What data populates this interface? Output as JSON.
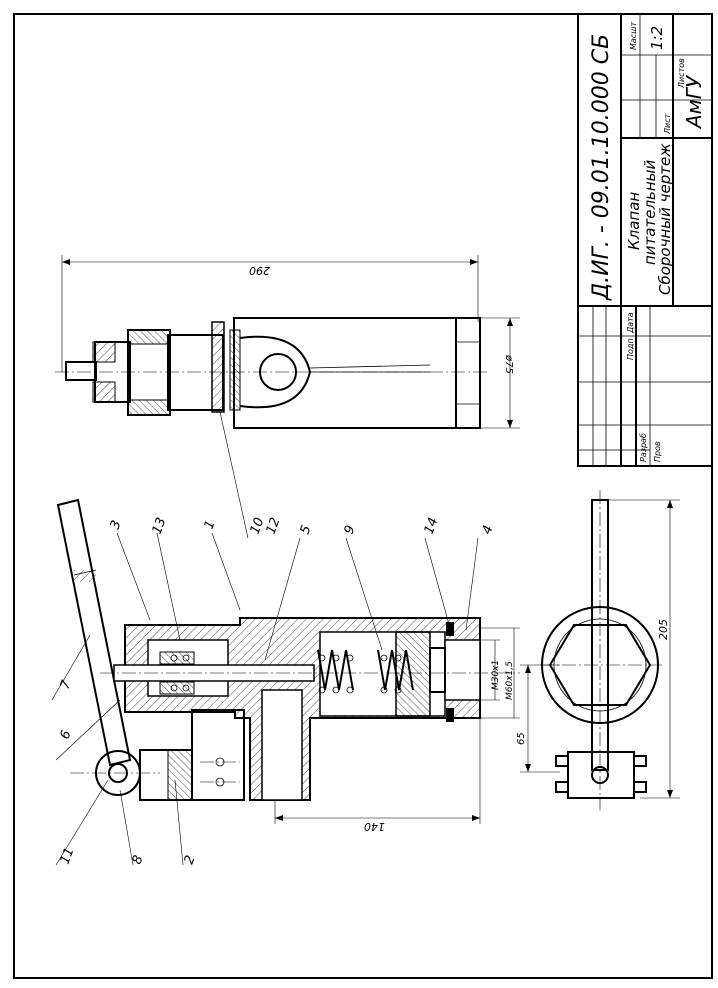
{
  "title_block": {
    "designation": "Д.ИГ. - 09.01.10.000 СБ",
    "name_line1": "Клапан",
    "name_line2": "питательный",
    "name_line3": "Сборочный чертеж",
    "organization": "АмГУ",
    "scale_label": "Масшт",
    "scale_value": "1:2",
    "sheets_label": "Листов",
    "sheet_label": "Лист",
    "sign_label": "Подп",
    "date_label": "Дата",
    "developed_label": "Разраб",
    "checked_label": "Пров"
  },
  "dimensions": {
    "top_length": "290",
    "top_diameter": "ø75",
    "bottom_length": "140",
    "thread_small": "M30x1",
    "thread_large": "M60x1,5",
    "height_offset": "65",
    "side_height": "205"
  },
  "callouts": {
    "c1": "1",
    "c2": "2",
    "c3": "3",
    "c4": "4",
    "c5": "5",
    "c6": "6",
    "c7": "7",
    "c8": "8",
    "c9": "9",
    "c10": "10",
    "c11": "11",
    "c12": "12",
    "c13": "13",
    "c14": "14"
  }
}
